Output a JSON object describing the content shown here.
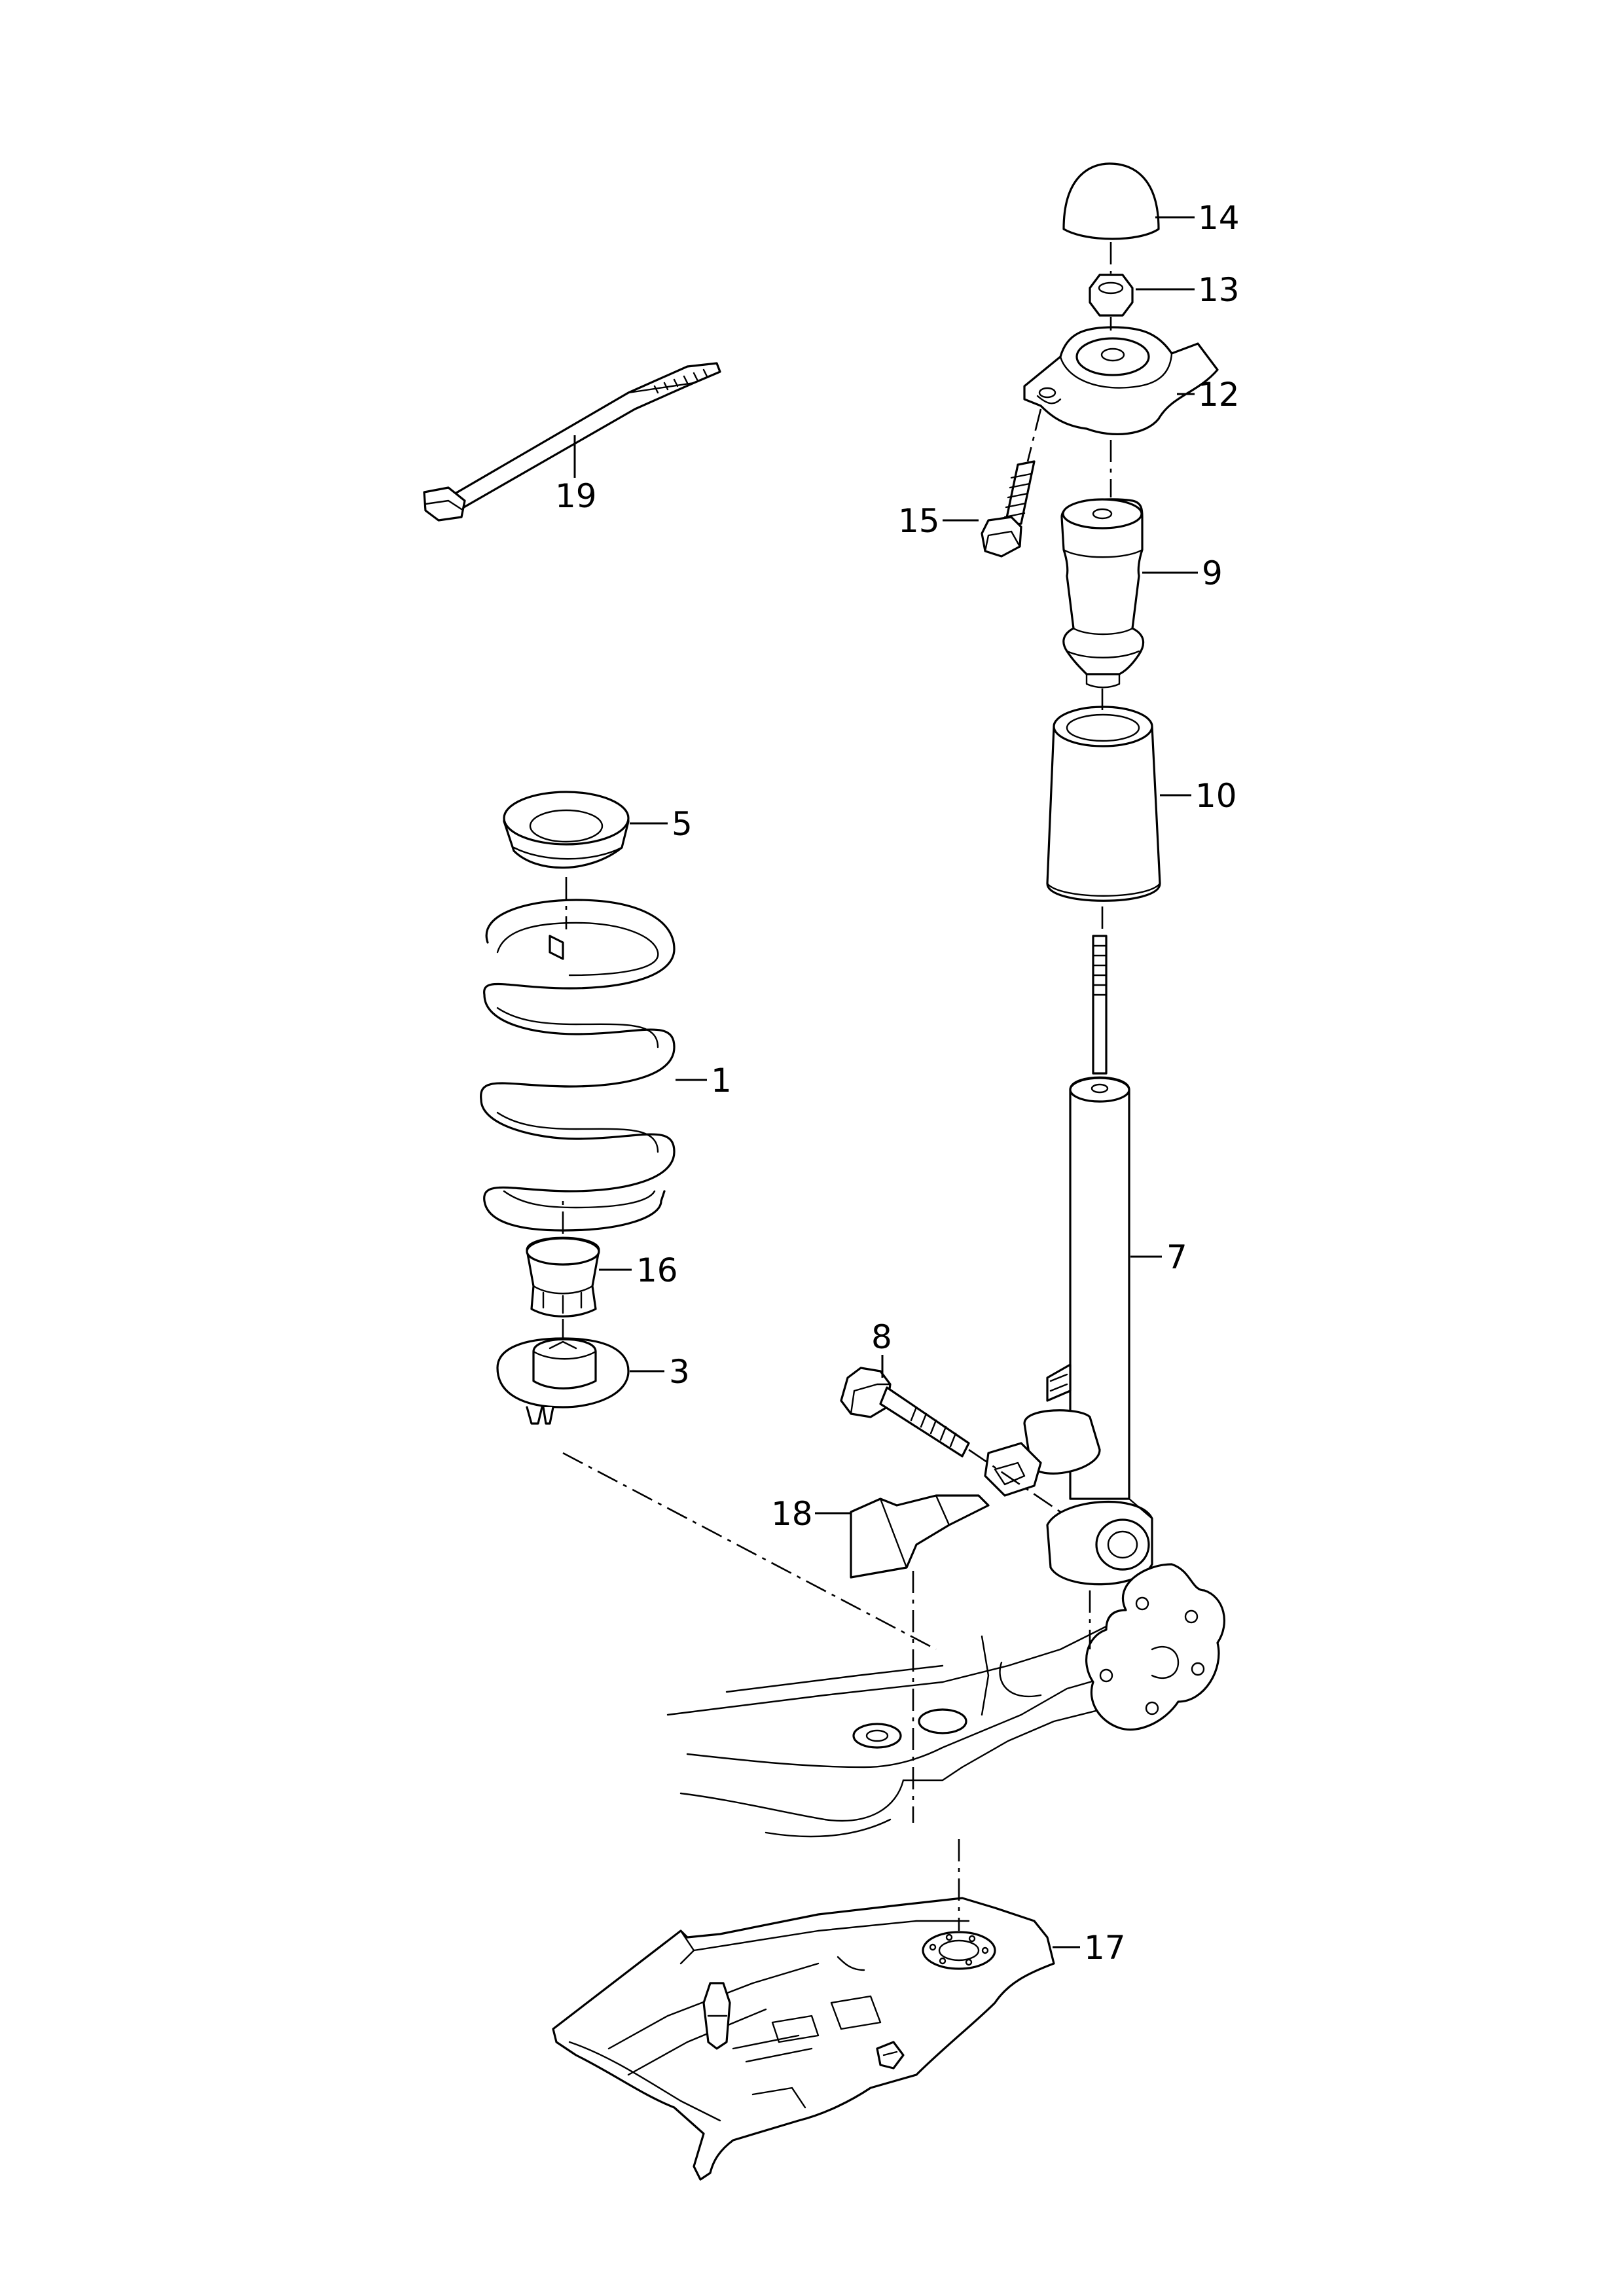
{
  "diagram": {
    "callouts": [
      {
        "id": "c14",
        "label": "14"
      },
      {
        "id": "c13",
        "label": "13"
      },
      {
        "id": "c12",
        "label": "12"
      },
      {
        "id": "c19",
        "label": "19"
      },
      {
        "id": "c15",
        "label": "15"
      },
      {
        "id": "c9",
        "label": "9"
      },
      {
        "id": "c10",
        "label": "10"
      },
      {
        "id": "c5",
        "label": "5"
      },
      {
        "id": "c1",
        "label": "1"
      },
      {
        "id": "c7",
        "label": "7"
      },
      {
        "id": "c16",
        "label": "16"
      },
      {
        "id": "c8",
        "label": "8"
      },
      {
        "id": "c3",
        "label": "3"
      },
      {
        "id": "c18",
        "label": "18"
      },
      {
        "id": "c17",
        "label": "17"
      }
    ]
  }
}
